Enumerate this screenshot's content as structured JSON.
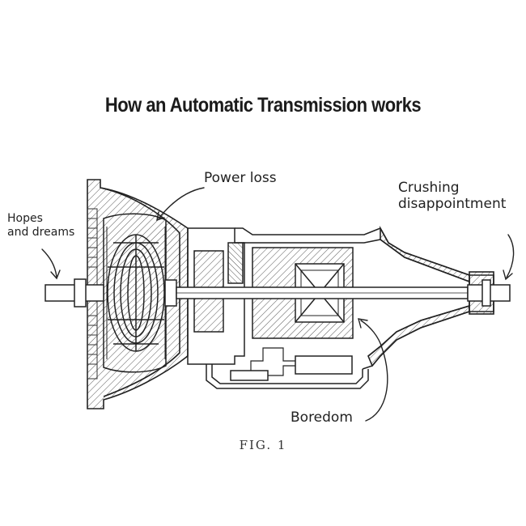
{
  "title": "How an Automatic Transmission works",
  "labels": {
    "hopes": "Hopes\nand dreams",
    "power_loss": "Power loss",
    "crushing": "Crushing\ndisappointment",
    "boredom": "Boredom"
  },
  "figure_caption": "FIG. 1"
}
